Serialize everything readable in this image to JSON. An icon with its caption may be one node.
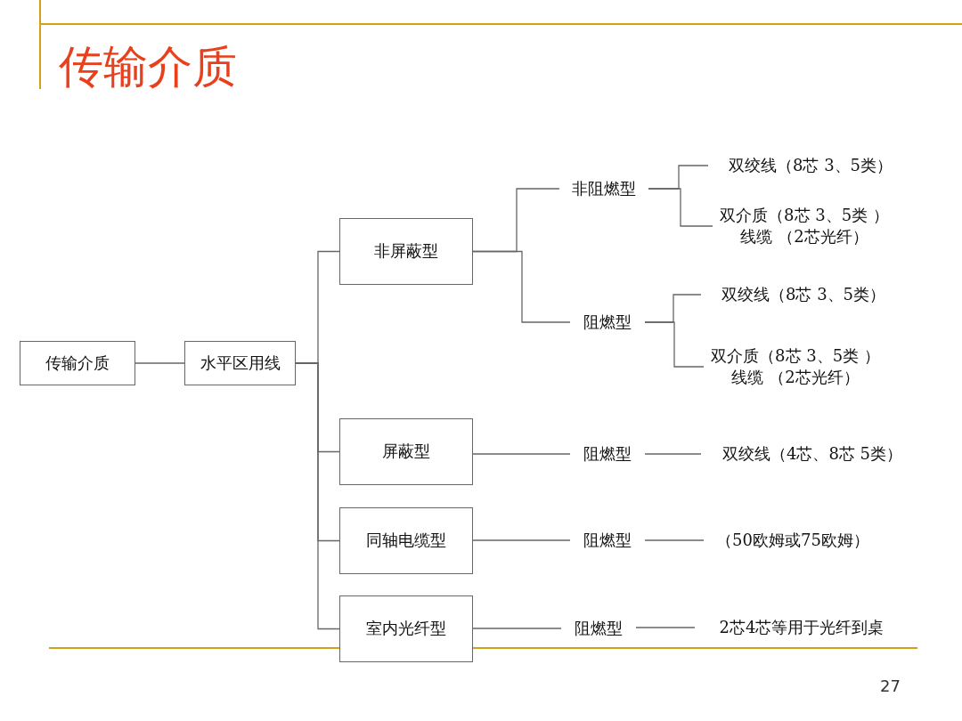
{
  "diagram": {
    "title": "传输介质",
    "nodes": [
      {
        "text": [
          "传输介质"
        ]
      },
      {
        "text": [
          "水平区用线"
        ]
      },
      {
        "text": [
          "非屏蔽型"
        ]
      },
      {
        "text": [
          "屏蔽型"
        ]
      },
      {
        "text": [
          "同轴电缆型"
        ]
      },
      {
        "text": [
          "室内光纤型"
        ]
      },
      {
        "text": [
          "非阻燃型"
        ]
      },
      {
        "text": [
          "阻燃型"
        ]
      },
      {
        "text": [
          "双绞线（8芯 3、5类）"
        ]
      },
      {
        "text": [
          "双介质（8芯 3、5类 ）线缆 （2芯光纤）"
        ]
      },
      {
        "text": [
          "双绞线（8芯 3、5类）"
        ]
      },
      {
        "text": [
          "双介质（8芯 3、5类 ）线缆 （2芯光纤）"
        ]
      },
      {
        "text": [
          "阻燃型"
        ]
      },
      {
        "text": [
          "双绞线（4芯、8芯 5类）"
        ]
      },
      {
        "text": [
          "阻燃型"
        ]
      },
      {
        "text": [
          "（50欧姆或75欧姆）"
        ]
      },
      {
        "text": [
          "阻燃型"
        ]
      },
      {
        "text": [
          "2芯4芯等用于光纤到桌"
        ]
      }
    ],
    "edges": [
      {
        "from": 0,
        "to": 1,
        "arrow": "none"
      },
      {
        "from": 1,
        "to": 2,
        "arrow": "none"
      },
      {
        "from": 1,
        "to": 3,
        "arrow": "none"
      },
      {
        "from": 1,
        "to": 4,
        "arrow": "none"
      },
      {
        "from": 1,
        "to": 5,
        "arrow": "none"
      },
      {
        "from": 2,
        "to": 6,
        "arrow": "none"
      },
      {
        "from": 2,
        "to": 7,
        "arrow": "none"
      },
      {
        "from": 6,
        "to": 8,
        "arrow": "none"
      },
      {
        "from": 6,
        "to": 9,
        "arrow": "none"
      },
      {
        "from": 7,
        "to": 10,
        "arrow": "none"
      },
      {
        "from": 7,
        "to": 11,
        "arrow": "none"
      },
      {
        "from": 3,
        "to": 12,
        "arrow": "none"
      },
      {
        "from": 12,
        "to": 13,
        "arrow": "none"
      },
      {
        "from": 4,
        "to": 14,
        "arrow": "none"
      },
      {
        "from": 14,
        "to": 15,
        "arrow": "none"
      },
      {
        "from": 5,
        "to": 16,
        "arrow": "none"
      },
      {
        "from": 16,
        "to": 17,
        "arrow": "none"
      }
    ],
    "labels": [
      "27"
    ]
  }
}
